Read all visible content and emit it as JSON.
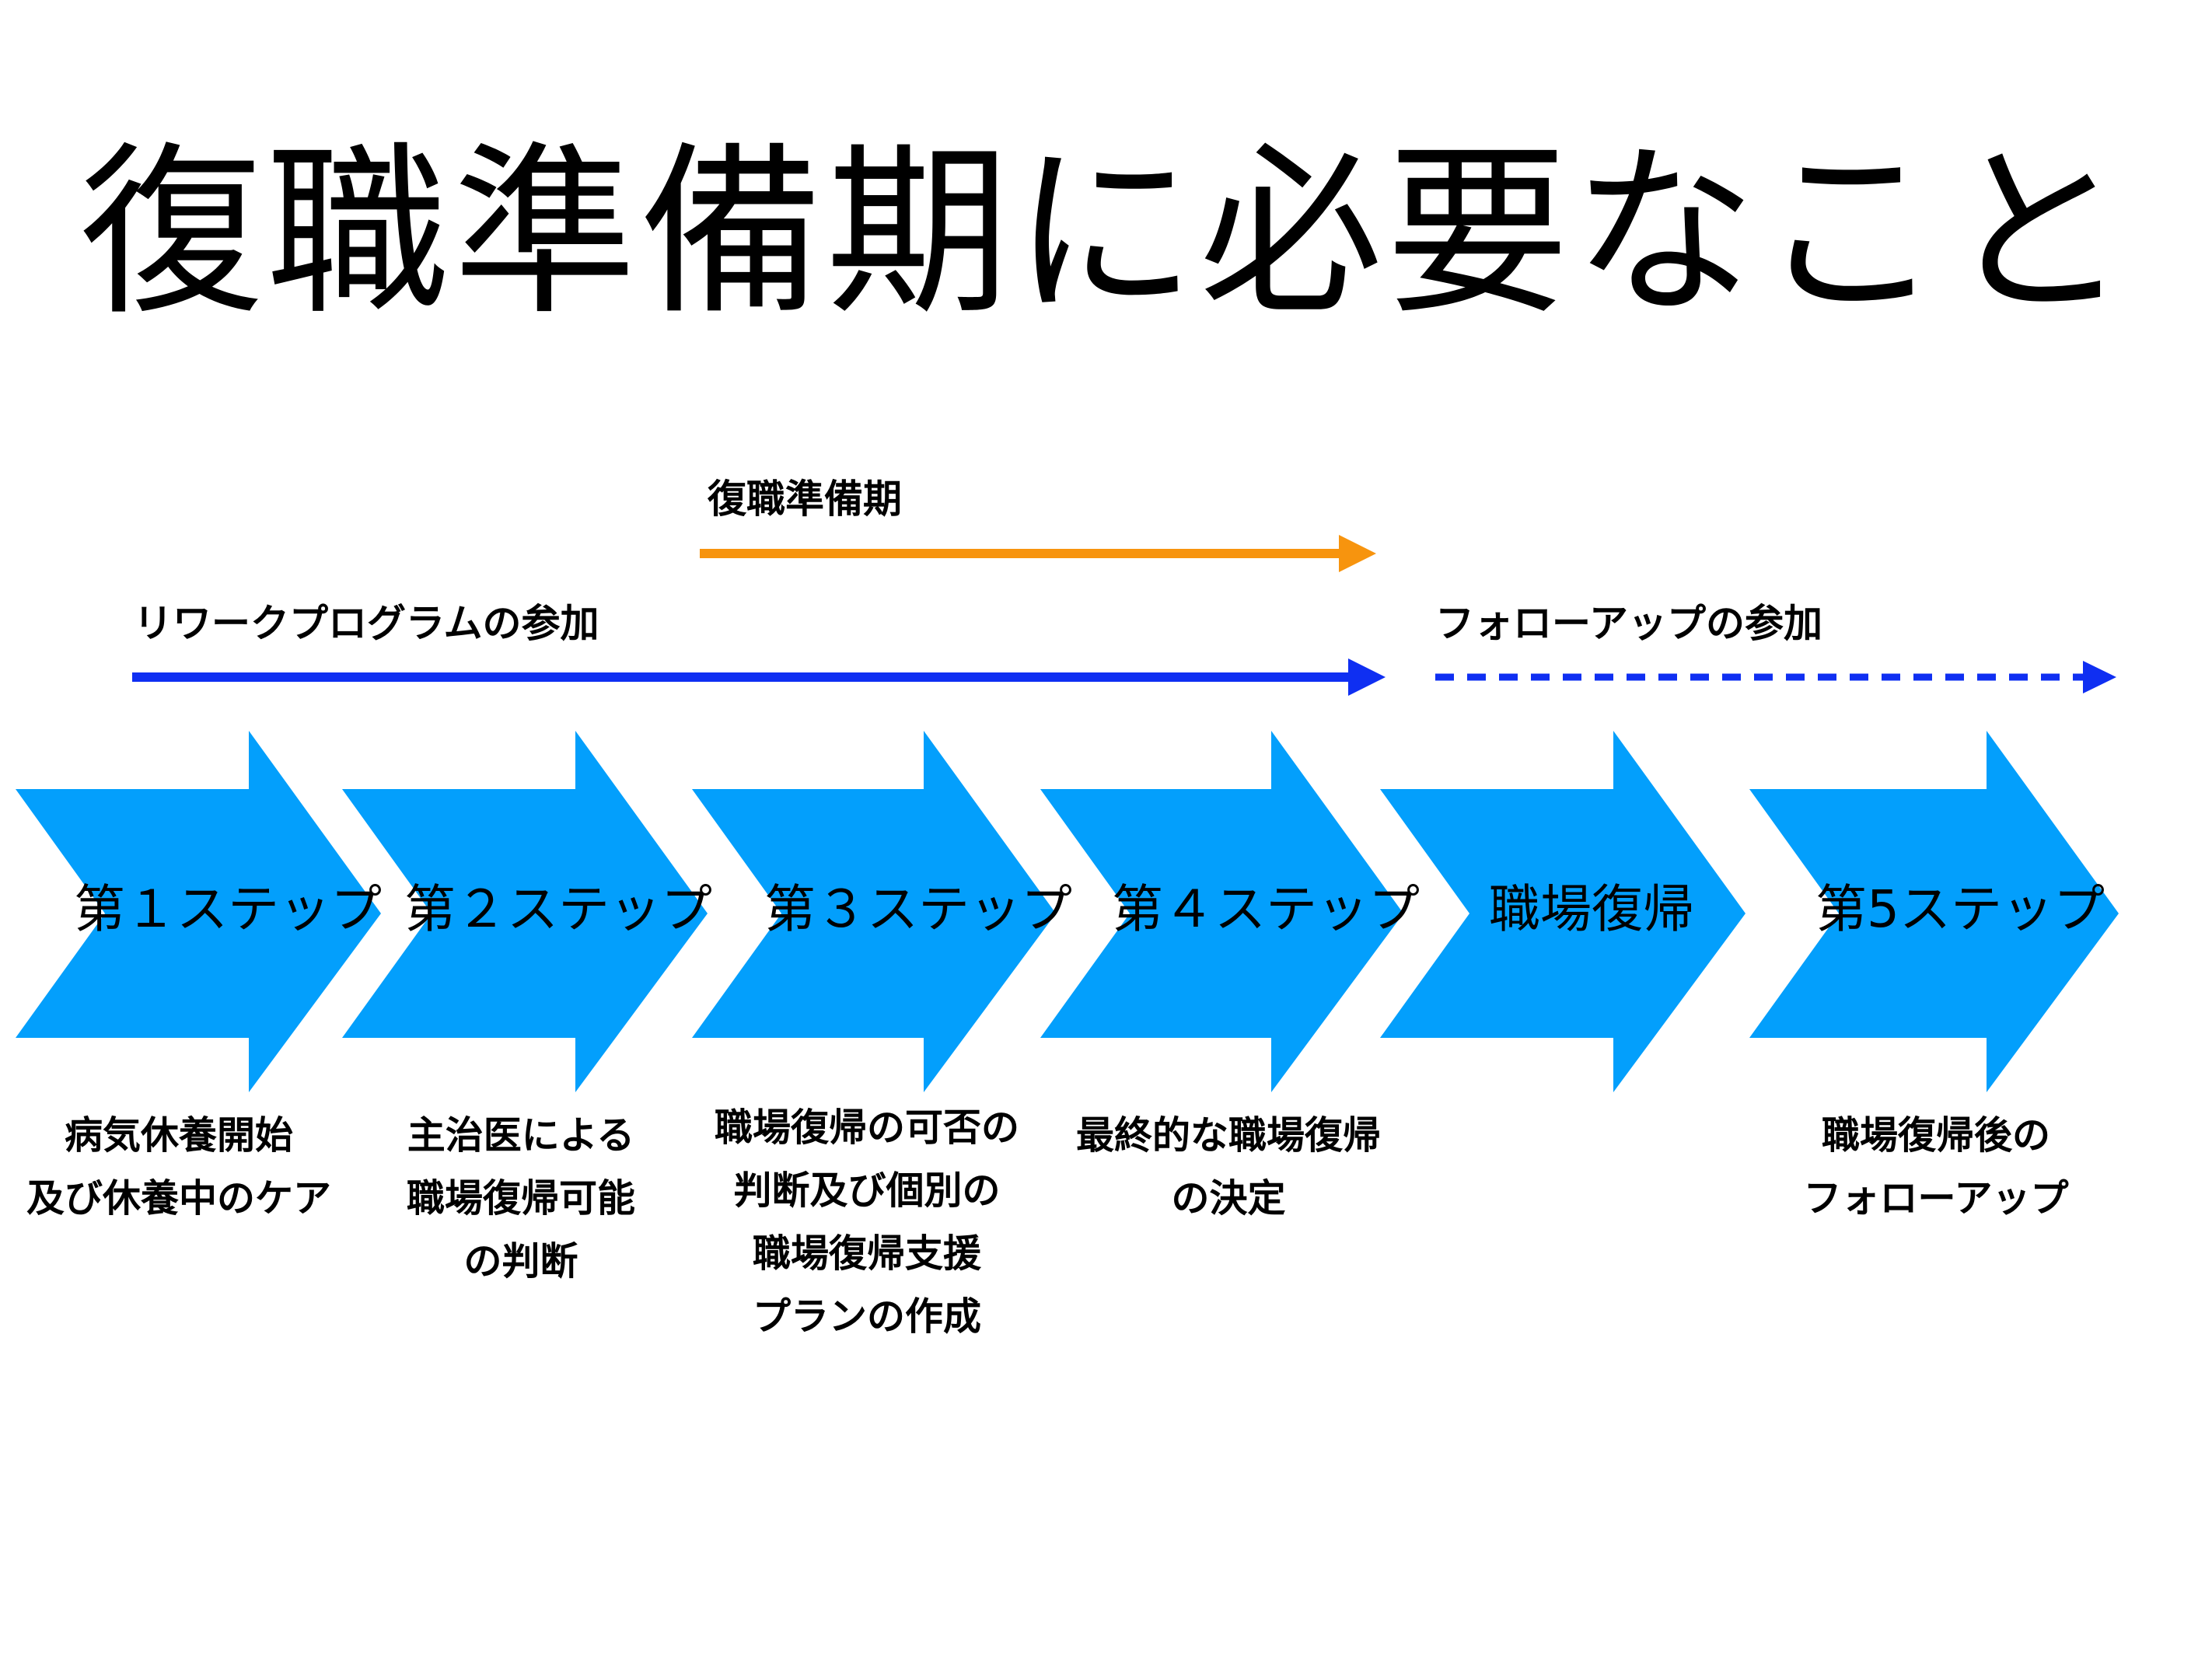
{
  "title": "復職準備期に必要なこと",
  "colors": {
    "chevron": "#039ffc",
    "orange_arrow": "#f7940e",
    "blue_arrow": "#0f2ff2"
  },
  "phases": {
    "preparation": "復職準備期",
    "rework": "リワークプログラムの参加",
    "followup": "フォローアップの参加"
  },
  "steps": [
    {
      "label": "第１ステップ",
      "description": "病気休養開始\n及び休養中のケア"
    },
    {
      "label": "第２ステップ",
      "description": "主治医による\n職場復帰可能\nの判断"
    },
    {
      "label": "第３ステップ",
      "description": "職場復帰の可否の\n判断及び個別の\n職場復帰支援\nプランの作成"
    },
    {
      "label": "第４ステップ",
      "description": "最終的な職場復帰\nの決定"
    },
    {
      "label": "職場復帰",
      "description": ""
    },
    {
      "label": "第5ステップ",
      "description": "職場復帰後の\nフォローアップ"
    }
  ]
}
